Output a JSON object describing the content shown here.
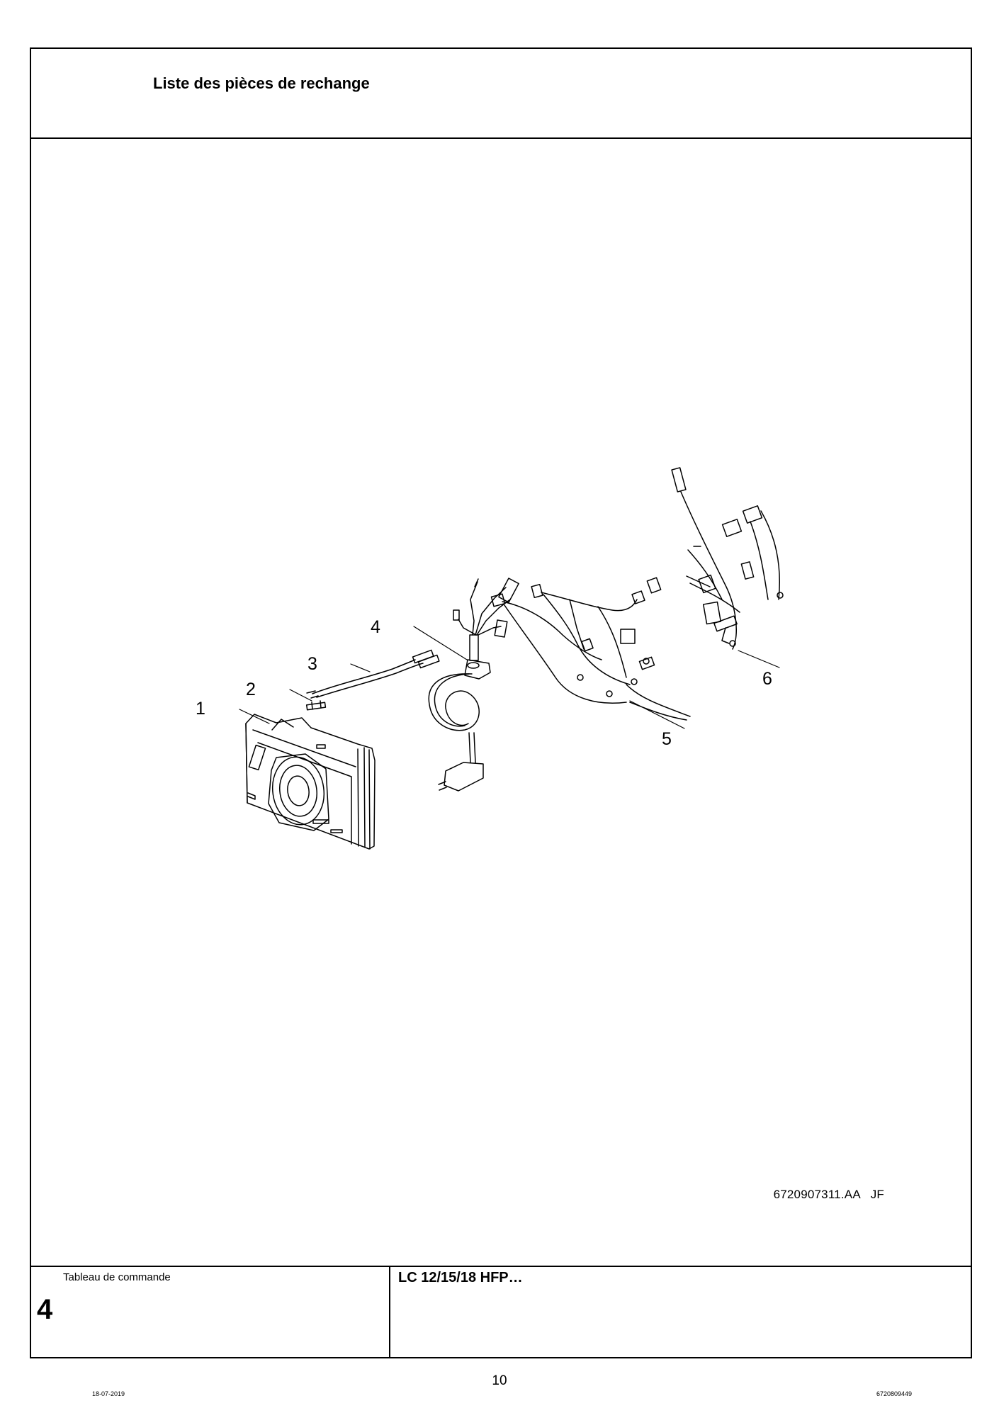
{
  "header": {
    "title": "Liste des pièces de rechange"
  },
  "drawing": {
    "figure_ref": "6720907311.AA   JF",
    "callouts": [
      "1",
      "2",
      "3",
      "4",
      "5",
      "6"
    ]
  },
  "footer": {
    "section_name": "Tableau de commande",
    "section_number": "4",
    "model": "LC 12/15/18 HFP…"
  },
  "page": {
    "number": "10",
    "print_date": "18-07-2019",
    "doc_code": "6720809449"
  }
}
